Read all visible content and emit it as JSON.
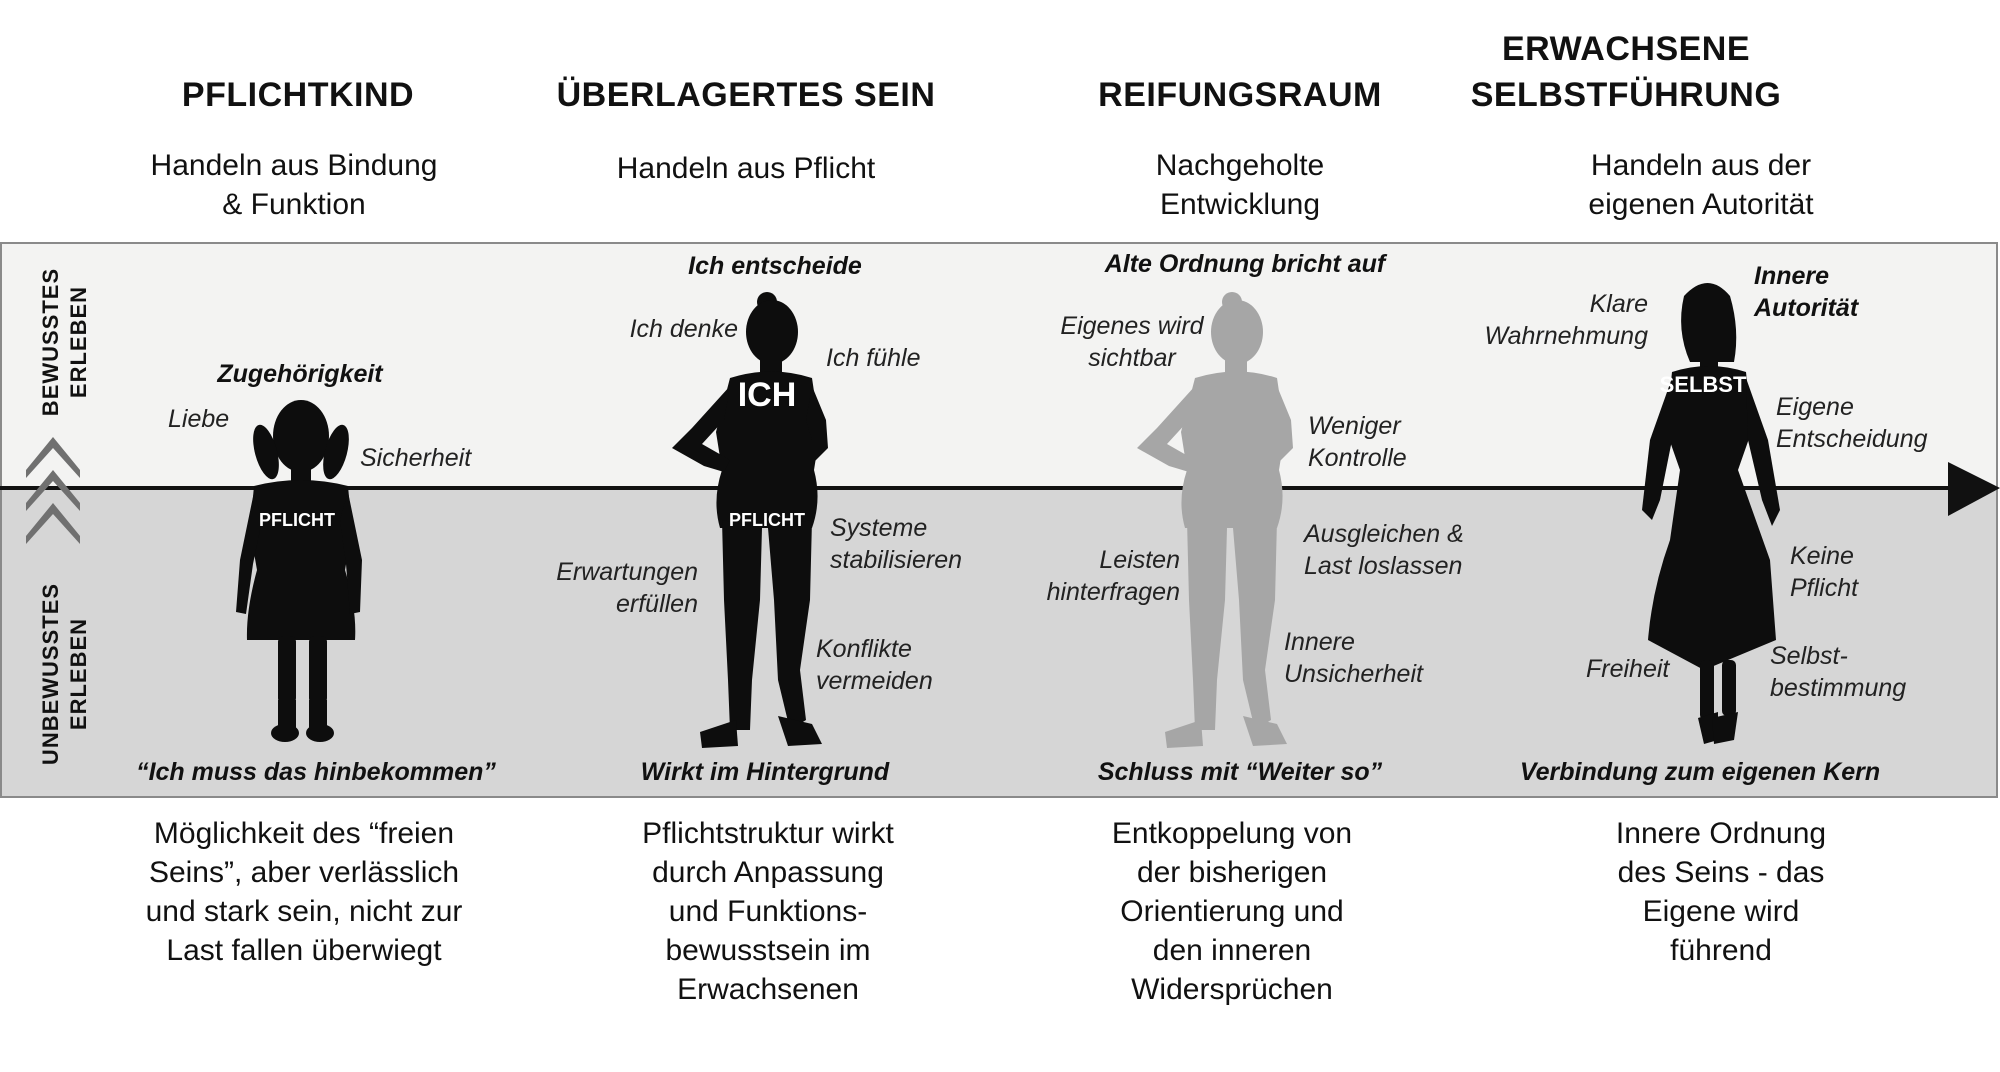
{
  "stages": [
    {
      "title": "PFLICHTKIND",
      "subtitle": "Handeln aus Bindung & Funktion",
      "top_label": "Zugehörigkeit",
      "labels": [
        "Liebe",
        "Sicherheit"
      ],
      "torso_label": "PFLICHT",
      "bottom_label": "“Ich muss das hinbekommen”",
      "description": "Möglichkeit des “freien Seins”, aber verlässlich und stark sein, nicht zur Last fallen überwiegt"
    },
    {
      "title": "ÜBERLAGERTES SEIN",
      "subtitle": "Handeln aus Pflicht",
      "top_label": "Ich entscheide",
      "labels": [
        "Ich denke",
        "Ich fühle",
        "Systeme stabilisieren",
        "Erwartungen erfüllen",
        "Konflikte vermeiden"
      ],
      "torso_label_upper": "ICH",
      "torso_label": "PFLICHT",
      "bottom_label": "Wirkt im Hintergrund",
      "description": "Pflichtstruktur wirkt durch Anpassung und Funktions- bewusstsein im Erwachsenen"
    },
    {
      "title": "REIFUNGSRAUM",
      "subtitle": "Nachgeholte Entwicklung",
      "top_label": "Alte Ordnung bricht auf",
      "labels": [
        "Eigenes wird sichtbar",
        "Weniger Kontrolle",
        "Ausgleichen & Last loslassen",
        "Leisten hinterfragen",
        "Innere Unsicherheit"
      ],
      "bottom_label": "Schluss mit “Weiter so”",
      "description": "Entkoppelung von der bisherigen Orientierung und den inneren Widersprüchen"
    },
    {
      "title": "ERWACHSENE SELBSTFÜHRUNG",
      "subtitle": "Handeln aus der eigenen Autorität",
      "top_label": "Innere Autorität",
      "labels": [
        "Klare Wahrnehmung",
        "Eigene Entscheidung",
        "Keine Pflicht",
        "Freiheit",
        "Selbst- bestimmung"
      ],
      "torso_label": "SELBST",
      "bottom_label": "Verbindung zum eigenen Kern",
      "description": "Innere Ordnung des Seins - das Eigene wird führend"
    }
  ],
  "side_labels": {
    "upper": "BEWUSSTES ERLEBEN",
    "lower": "UNBEWUSSTES ERLEBEN"
  },
  "colors": {
    "band_upper": "#f3f3f2",
    "band_lower": "#d6d6d6",
    "figure_dark": "#0d0d0d",
    "figure_faded": "#a6a6a6",
    "chevrons": "#707070",
    "timeline": "#111111"
  }
}
